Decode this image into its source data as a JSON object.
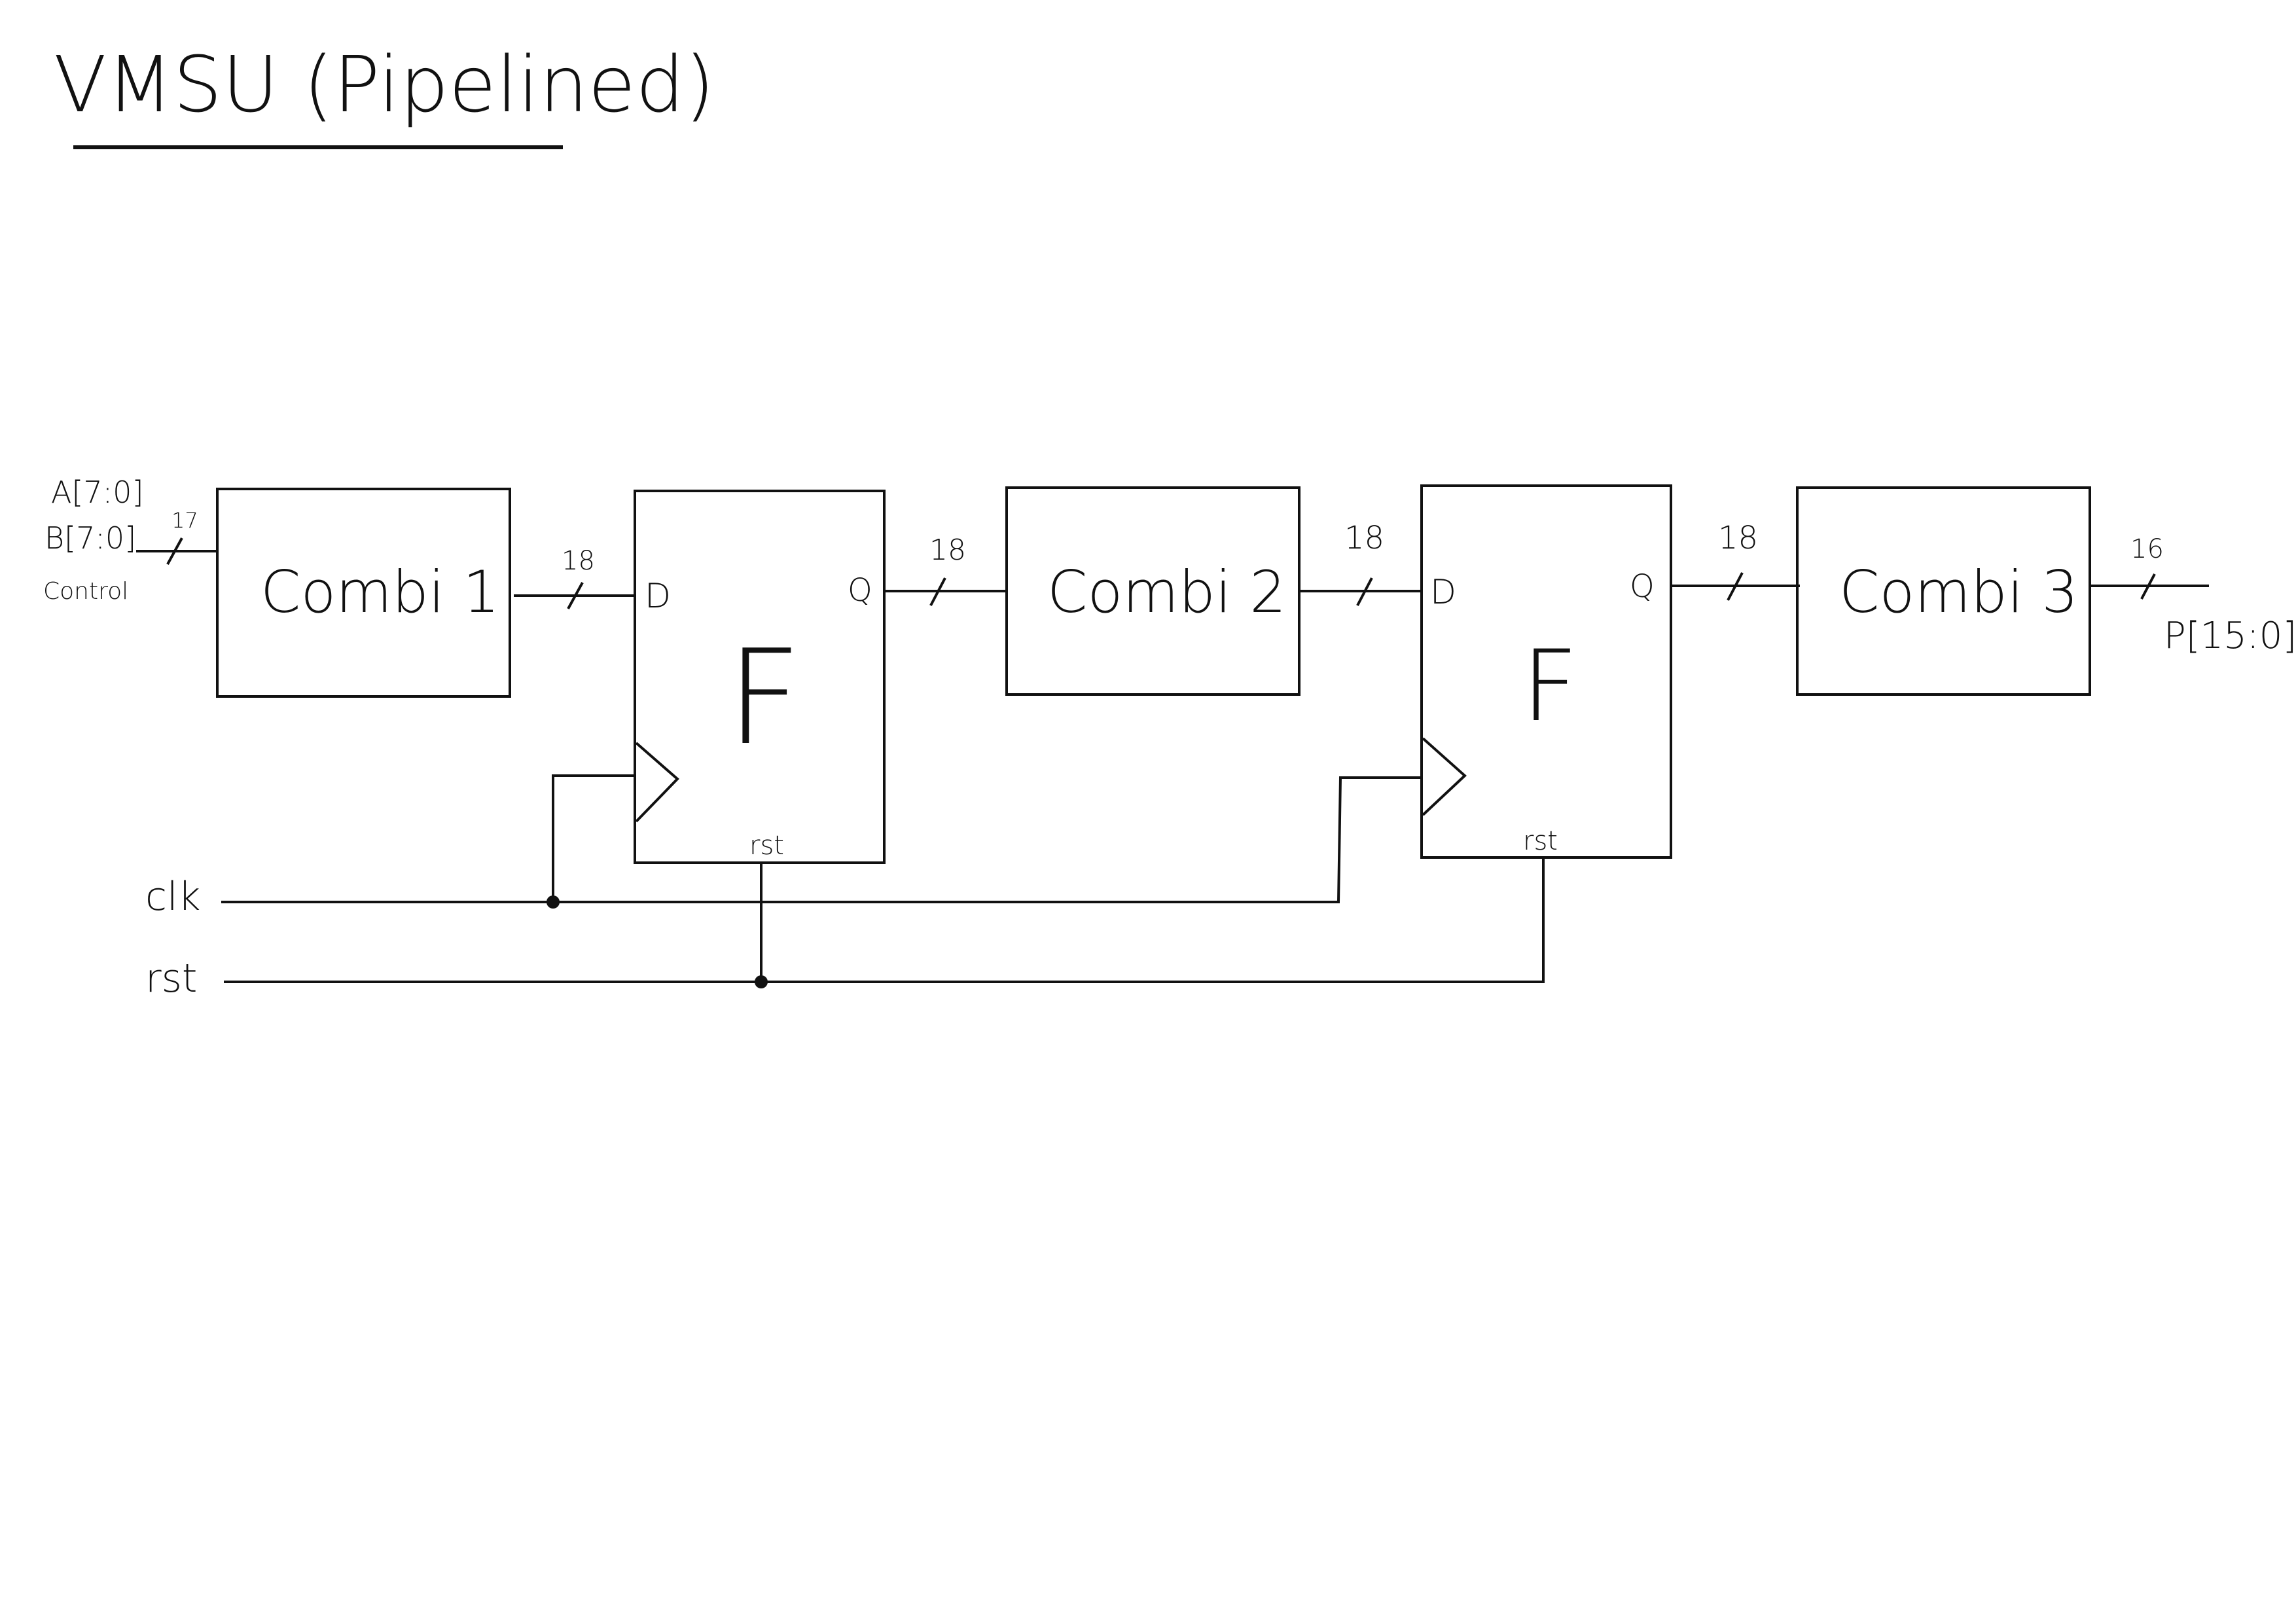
{
  "title": "VMSU (Pipelined)",
  "inputs": {
    "a": "A[7:0]",
    "b": "B[7:0]",
    "control": "Control",
    "bus_width": "17"
  },
  "combi_blocks": [
    {
      "label": "Combi 1"
    },
    {
      "label": "Combi 2"
    },
    {
      "label": "Combi 3"
    }
  ],
  "flip_flops": [
    {
      "name": "F",
      "d_port": "D",
      "q_port": "Q",
      "reset_port": "rst"
    },
    {
      "name": "F",
      "d_port": "D",
      "q_port": "Q",
      "reset_port": "rst"
    }
  ],
  "bus_widths": {
    "combi1_to_ff1": "18",
    "ff1_to_combi2": "18",
    "combi2_to_ff2": "18",
    "ff2_to_combi3": "18",
    "output": "16"
  },
  "output": "P[15:0]",
  "signals": {
    "clock": "clk",
    "reset": "rst"
  },
  "colors": {
    "ink": "#111111",
    "paper": "#ffffff"
  }
}
